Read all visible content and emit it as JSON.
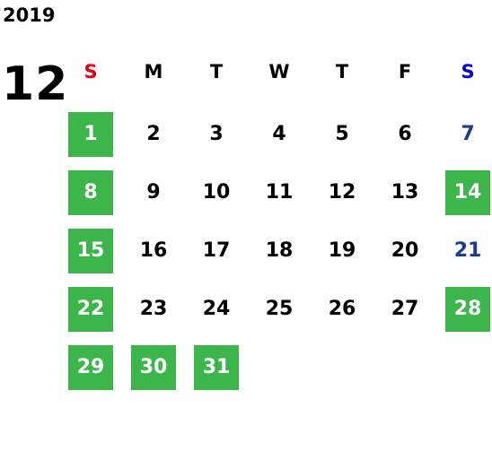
{
  "year": "2019",
  "month": "12",
  "colors": {
    "holiday_bg": "#3cb54a",
    "holiday_text": "#ffffff",
    "sunday_header": "#e60012",
    "saturday_header": "#0000cc",
    "saturday_date": "#1a3c8c",
    "weekday_text": "#000000"
  },
  "weekdays": [
    "S",
    "M",
    "T",
    "W",
    "T",
    "F",
    "S"
  ],
  "weeks": [
    [
      {
        "day": "1",
        "style": "holiday"
      },
      {
        "day": "2",
        "style": "normal"
      },
      {
        "day": "3",
        "style": "normal"
      },
      {
        "day": "4",
        "style": "normal"
      },
      {
        "day": "5",
        "style": "normal"
      },
      {
        "day": "6",
        "style": "normal"
      },
      {
        "day": "7",
        "style": "saturday"
      }
    ],
    [
      {
        "day": "8",
        "style": "holiday"
      },
      {
        "day": "9",
        "style": "normal"
      },
      {
        "day": "10",
        "style": "normal"
      },
      {
        "day": "11",
        "style": "normal"
      },
      {
        "day": "12",
        "style": "normal"
      },
      {
        "day": "13",
        "style": "normal"
      },
      {
        "day": "14",
        "style": "holiday"
      }
    ],
    [
      {
        "day": "15",
        "style": "holiday"
      },
      {
        "day": "16",
        "style": "normal"
      },
      {
        "day": "17",
        "style": "normal"
      },
      {
        "day": "18",
        "style": "normal"
      },
      {
        "day": "19",
        "style": "normal"
      },
      {
        "day": "20",
        "style": "normal"
      },
      {
        "day": "21",
        "style": "saturday"
      }
    ],
    [
      {
        "day": "22",
        "style": "holiday"
      },
      {
        "day": "23",
        "style": "normal"
      },
      {
        "day": "24",
        "style": "normal"
      },
      {
        "day": "25",
        "style": "normal"
      },
      {
        "day": "26",
        "style": "normal"
      },
      {
        "day": "27",
        "style": "normal"
      },
      {
        "day": "28",
        "style": "holiday"
      }
    ],
    [
      {
        "day": "29",
        "style": "holiday"
      },
      {
        "day": "30",
        "style": "holiday"
      },
      {
        "day": "31",
        "style": "holiday"
      }
    ]
  ]
}
